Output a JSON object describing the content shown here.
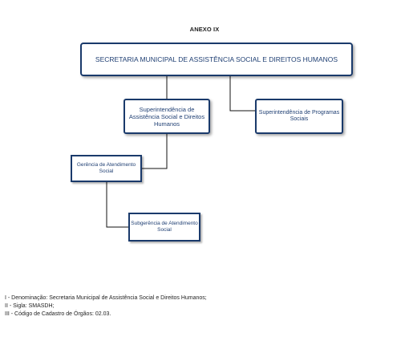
{
  "title": "ANEXO IX",
  "boxes": {
    "main": "SECRETARIA MUNICIPAL DE ASSISTÊNCIA SOCIAL E DIREITOS HUMANOS",
    "sup_assistencia": "Superintendência de Assistência Social e Direitos Humanos",
    "sup_programas": "Superintendência de Programas Sociais",
    "gerencia": "Gerência de Atendimento Social",
    "subgerencia": "Subgerência de Atendimento Social"
  },
  "notes": [
    "I - Denominação: Secretaria Municipal de Assistência Social e Direitos Humanos;",
    "II - Sigla: SMASDH;",
    "III - Código de Cadastro de Órgãos: 02.03."
  ],
  "colors": {
    "box_border": "#1a3a6b",
    "box_text": "#1f3f73",
    "connector": "#111111"
  }
}
